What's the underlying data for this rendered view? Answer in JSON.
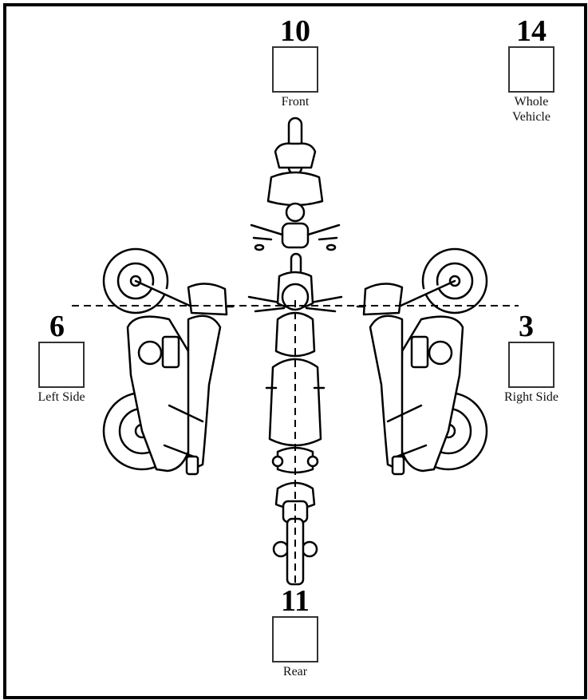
{
  "positions": {
    "front": {
      "number": "10",
      "label": "Front"
    },
    "whole": {
      "number": "14",
      "label_line1": "Whole",
      "label_line2": "Vehicle"
    },
    "left": {
      "number": "6",
      "label": "Left Side"
    },
    "right": {
      "number": "3",
      "label": "Right Side"
    },
    "rear": {
      "number": "11",
      "label": "Rear"
    }
  }
}
